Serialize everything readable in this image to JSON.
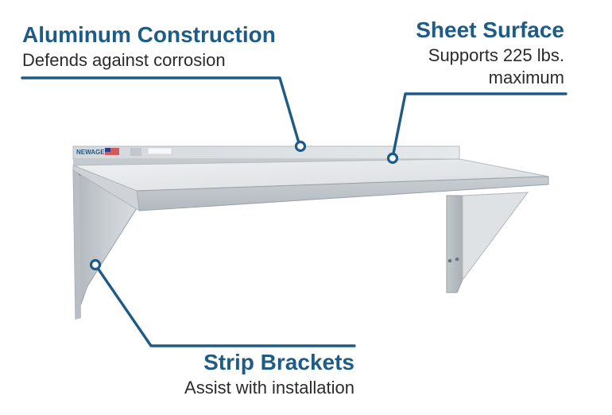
{
  "callouts": {
    "aluminum": {
      "title": "Aluminum Construction",
      "desc": "Defends against corrosion"
    },
    "sheet": {
      "title": "Sheet Surface",
      "desc_line1": "Supports 225 lbs.",
      "desc_line2": "maximum"
    },
    "brackets": {
      "title": "Strip Brackets",
      "desc": "Assist with installation"
    }
  },
  "shelf_logo_text": "NEWAGE",
  "colors": {
    "accent": "#1e5b85",
    "text": "#2b2b2b",
    "metal_light": "#e6e9ec",
    "metal_mid": "#c9ced3",
    "metal_dark": "#9aa1a8"
  }
}
